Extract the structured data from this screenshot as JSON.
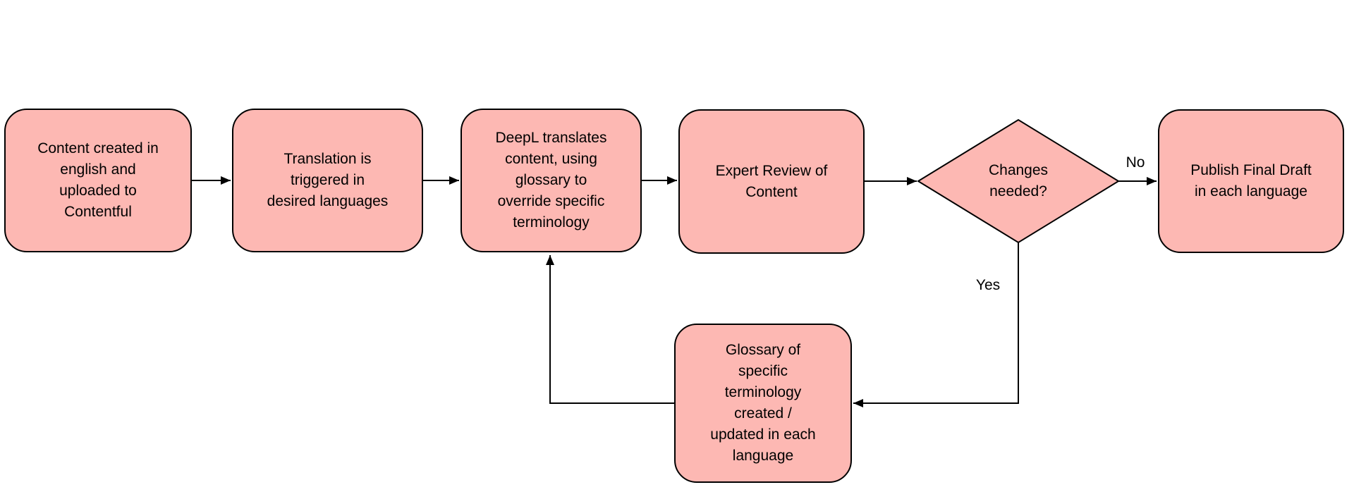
{
  "diagram": {
    "type": "flowchart",
    "colors": {
      "background": "#ffffff",
      "node_fill": "#fdb8b3",
      "node_border": "#000000",
      "connector": "#000000",
      "text": "#000000"
    },
    "nodes": {
      "content_created": {
        "shape": "rounded-rectangle",
        "label": "Content created in\nenglish and\nuploaded to\nContentful"
      },
      "translation_triggered": {
        "shape": "rounded-rectangle",
        "label": "Translation is\ntriggered in\ndesired languages"
      },
      "deepl_translates": {
        "shape": "rounded-rectangle",
        "label": "DeepL translates\ncontent, using\nglossary to\noverride specific\nterminology"
      },
      "expert_review": {
        "shape": "rounded-rectangle",
        "label": "Expert Review of\nContent"
      },
      "changes_needed": {
        "shape": "diamond",
        "label": "Changes\nneeded?"
      },
      "publish_final": {
        "shape": "rounded-rectangle",
        "label": "Publish Final Draft\nin each language"
      },
      "glossary": {
        "shape": "rounded-rectangle",
        "label": "Glossary of\nspecific\nterminology\ncreated /\nupdated in each\nlanguage"
      }
    },
    "edges": [
      {
        "from": "content_created",
        "to": "translation_triggered",
        "label": ""
      },
      {
        "from": "translation_triggered",
        "to": "deepl_translates",
        "label": ""
      },
      {
        "from": "deepl_translates",
        "to": "expert_review",
        "label": ""
      },
      {
        "from": "expert_review",
        "to": "changes_needed",
        "label": ""
      },
      {
        "from": "changes_needed",
        "to": "publish_final",
        "label": "No"
      },
      {
        "from": "changes_needed",
        "to": "glossary",
        "label": "Yes"
      },
      {
        "from": "glossary",
        "to": "deepl_translates",
        "label": ""
      }
    ]
  }
}
